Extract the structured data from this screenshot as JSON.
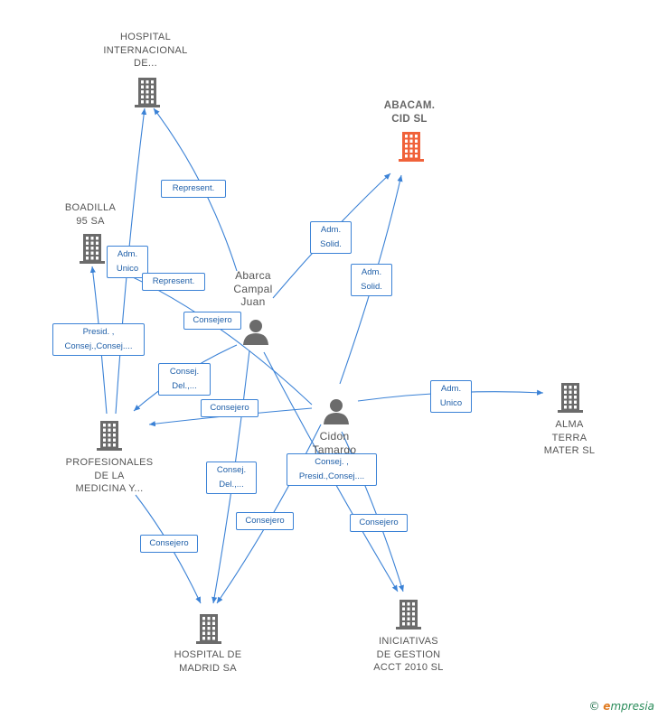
{
  "colors": {
    "edge": "#3b82d6",
    "company_icon": "#6b6b6b",
    "company_icon_highlight": "#f0623a",
    "person_icon": "#6b6b6b"
  },
  "nodes": {
    "hospital_internacional": {
      "label": "HOSPITAL\nINTERNACIONAL\nDE...",
      "icon": "building-icon"
    },
    "abacam": {
      "label": "ABACAM.\nCID SL",
      "icon": "building-icon"
    },
    "boadilla": {
      "label": "BOADILLA\n95 SA",
      "icon": "building-icon"
    },
    "abarca": {
      "label": "Abarca\nCampal\nJuan",
      "icon": "person-icon"
    },
    "cidon": {
      "label": "Cidon\nTamargo",
      "icon": "person-icon"
    },
    "alma_terra": {
      "label": "ALMA\nTERRA\nMATER SL",
      "icon": "building-icon"
    },
    "profesionales": {
      "label": "PROFESIONALES\nDE LA\nMEDICINA Y...",
      "icon": "building-icon"
    },
    "hospital_madrid": {
      "label": "HOSPITAL DE\nMADRID SA",
      "icon": "building-icon"
    },
    "iniciativas": {
      "label": "INICIATIVAS\nDE GESTION\nACCT 2010 SL",
      "icon": "building-icon"
    }
  },
  "edge_labels": {
    "represent_1": "Represent.",
    "adm_solid_1": "Adm.\nSolid.",
    "adm_unico_1": "Adm.\nUnico",
    "represent_2": "Represent.",
    "adm_solid_2": "Adm.\nSolid.",
    "presid_consej_1": "Presid. ,\nConsej.,Consej....",
    "consejero_1": "Consejero",
    "consej_del_1": "Consej.\nDel.,...",
    "adm_unico_2": "Adm.\nUnico",
    "consejero_2": "Consejero",
    "consej_presid_2": "Consej. ,\nPresid.,Consej....",
    "consej_del_2": "Consej.\nDel.,...",
    "consejero_3": "Consejero",
    "consejero_4": "Consejero",
    "consejero_5": "Consejero"
  },
  "footer": {
    "copyright_symbol": "©",
    "brand": "mpresia",
    "brand_initial": "e"
  }
}
